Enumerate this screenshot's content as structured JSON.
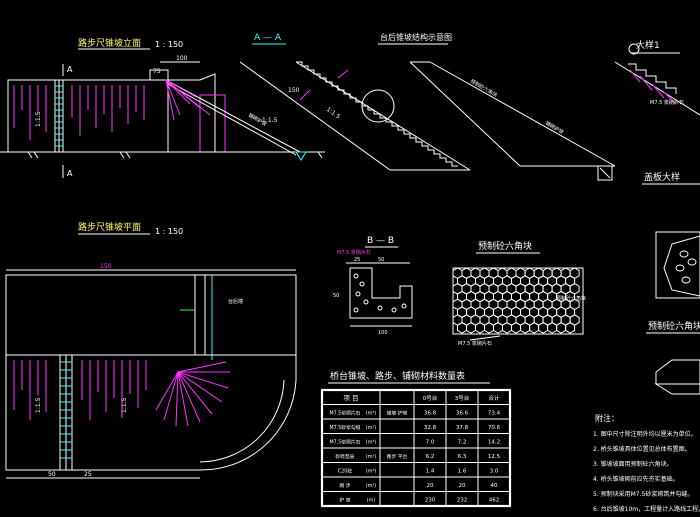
{
  "titles": {
    "elevation": "路步尺锥坡立面",
    "elevation_scale": "1 : 150",
    "section_aa": "A — A",
    "slope_detail": "台后锥坡结构示意图",
    "detail_1": "大样1",
    "hex_block": "预制砼六角块",
    "plan": "路步尺锥坡平面",
    "plan_scale": "1 : 150",
    "section_bb": "B — B",
    "hex_detail": "盖板大样",
    "hex_block_3d": "预制砼六角块大样",
    "table_title": "桥台锥坡、路步、铺砌材料数量表"
  },
  "labels": {
    "section_mark_a": "A",
    "slope_ratio": "1:1.5",
    "dim_150": "150",
    "dim_75": "75",
    "dim_100": "100",
    "dim_25": "25",
    "dim_50": "50",
    "hex_pave": "预制砼六角块",
    "m75_mortar": "M7.5 浆砌片石",
    "paving_note": "铺砌护坡",
    "wall_note": "台后墙"
  },
  "table": {
    "headers": [
      "项  目",
      "",
      "0号台",
      "3号台",
      "合计"
    ],
    "rows": [
      [
        "M7.5浆砌片石",
        "(m³)",
        "锥坡 护坡",
        "36.8",
        "36.6",
        "73.4"
      ],
      [
        "M7.5砂浆勾缝",
        "(m²)",
        "",
        "32.8",
        "37.8",
        "70.6"
      ],
      [
        "M7.5浆砌片石",
        "(m³)",
        "",
        "7.0",
        "7.2",
        "14.2"
      ],
      [
        "砂砾垫层",
        "(m³)",
        "路步 平台",
        "6.2",
        "6.3",
        "12.5"
      ],
      [
        "C20砼",
        "(m³)",
        "",
        "1.4",
        "1.6",
        "3.0"
      ],
      [
        "踏 步",
        "(m³)",
        "",
        "20",
        "20",
        "40"
      ],
      [
        "护 坡",
        "(m)",
        "",
        "230",
        "232",
        "462"
      ]
    ]
  },
  "notes": {
    "heading": "附注：",
    "items": [
      "1. 图中尺寸除注明外均以厘米为单位。",
      "2. 桥头锥坡具体位置见总体布置图。",
      "3. 锥坡坡面用预制砼六角块。",
      "4. 桥头锥坡砌前应先夯实基础。",
      "5. 预制块采用M7.5砂浆砌筑并勾缝。",
      "6. 台后锥坡10m，工程量计入路线工程。"
    ]
  },
  "colors": {
    "background": "#000000",
    "lines_white": "#ffffff",
    "lines_magenta": "#ff33ff",
    "lines_cyan": "#33ffff",
    "lines_yellow": "#ffff00",
    "lines_green": "#33ff33"
  }
}
